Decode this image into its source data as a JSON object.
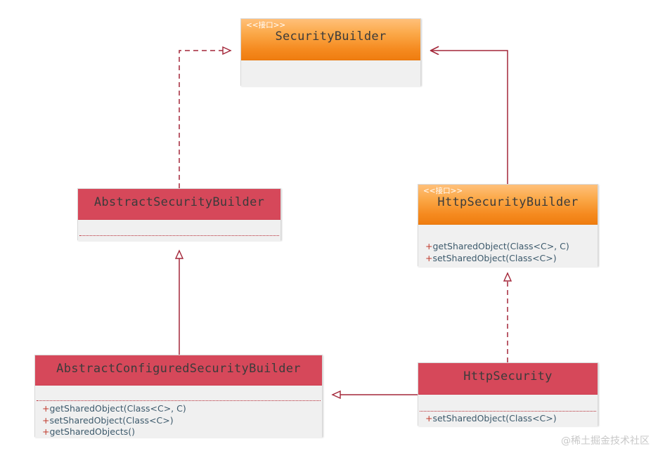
{
  "diagram": {
    "type": "uml-class-diagram",
    "background": "#ffffff",
    "stereotype_label": "<<接口>>",
    "colors": {
      "interface_header_top": "#ffc07a",
      "interface_header_bottom": "#ef7d10",
      "class_header": "#d6485a",
      "body": "#f0f0f0",
      "title_text": "#3b3b3b",
      "member_text": "#3d5a6c",
      "visibility_marker": "#c0392b",
      "separator": "#b4252f",
      "link": "#a32638",
      "watermark": "#c8c8c8"
    }
  },
  "nodes": [
    {
      "id": "security-builder",
      "kind": "interface",
      "stereotype": "<<接口>>",
      "title": "SecurityBuilder",
      "members": []
    },
    {
      "id": "http-security-builder",
      "kind": "interface",
      "stereotype": "<<接口>>",
      "title": "HttpSecurityBuilder",
      "members": [
        {
          "visibility": "+",
          "signature": "getSharedObject(Class<C>, C)"
        },
        {
          "visibility": "+",
          "signature": "setSharedObject(Class<C>)"
        }
      ]
    },
    {
      "id": "abstract-security-builder",
      "kind": "class",
      "stereotype": "",
      "title": "AbstractSecurityBuilder",
      "members": []
    },
    {
      "id": "abstract-configured-security-builder",
      "kind": "class",
      "stereotype": "",
      "title": "AbstractConfiguredSecurityBuilder",
      "members": [
        {
          "visibility": "+",
          "signature": "getSharedObject(Class<C>, C)"
        },
        {
          "visibility": "+",
          "signature": "setSharedObject(Class<C>)"
        },
        {
          "visibility": "+",
          "signature": "getSharedObjects()"
        }
      ]
    },
    {
      "id": "http-security",
      "kind": "class",
      "stereotype": "",
      "title": "HttpSecurity",
      "members": [
        {
          "visibility": "+",
          "signature": "setSharedObject(Class<C>)"
        }
      ]
    }
  ],
  "relations": [
    {
      "id": "rel-asb-realizes-sb",
      "from": "abstract-security-builder",
      "to": "security-builder",
      "type": "realization",
      "line": "dashed",
      "arrow": "hollow-triangle"
    },
    {
      "id": "rel-hsb-extends-sb",
      "from": "http-security-builder",
      "to": "security-builder",
      "type": "generalization-interface",
      "line": "solid",
      "arrow": "open"
    },
    {
      "id": "rel-acsb-extends-asb",
      "from": "abstract-configured-security-builder",
      "to": "abstract-security-builder",
      "type": "generalization",
      "line": "solid",
      "arrow": "hollow-triangle"
    },
    {
      "id": "rel-hs-realizes-hsb",
      "from": "http-security",
      "to": "http-security-builder",
      "type": "realization",
      "line": "dashed",
      "arrow": "hollow-triangle"
    },
    {
      "id": "rel-hs-extends-acsb",
      "from": "http-security",
      "to": "abstract-configured-security-builder",
      "type": "generalization",
      "line": "solid",
      "arrow": "hollow-triangle"
    }
  ],
  "watermark": {
    "text": "@稀土掘金技术社区"
  }
}
